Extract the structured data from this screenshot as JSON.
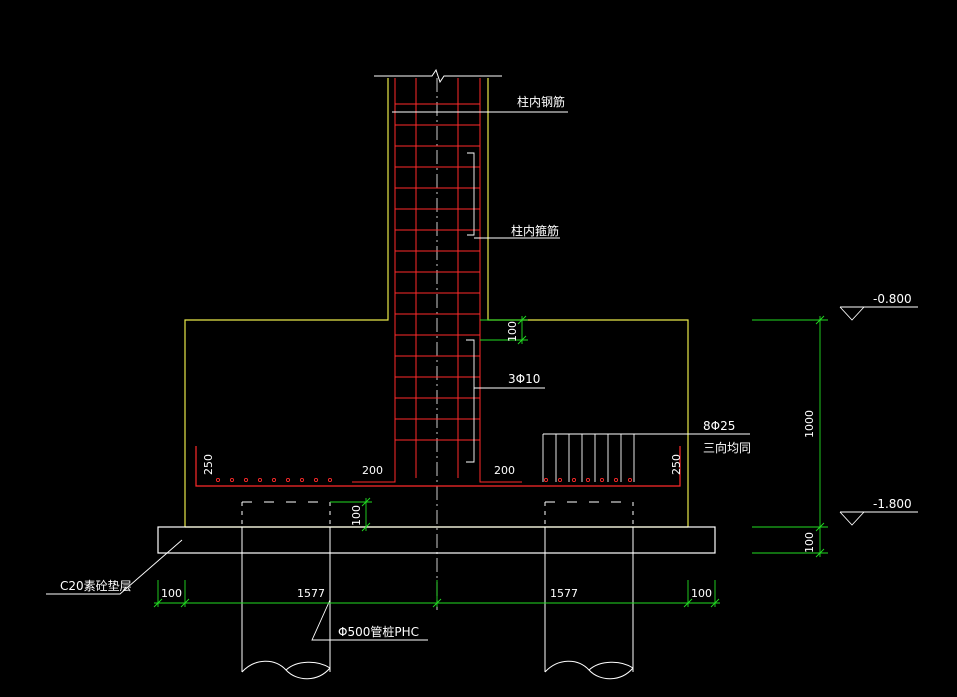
{
  "colors": {
    "background": "#000000",
    "outline": "#e8e84a",
    "rebar": "#ff2a2a",
    "dimension": "#22dd22",
    "pad": "#ffffff",
    "text": "#ffffff",
    "leader": "#ffffff"
  },
  "labels": {
    "column_main_bars": "柱内钢筋",
    "column_stirrups": "柱内箍筋",
    "stirrup_spec": "3Φ10",
    "bottom_bars_spec": "8Φ25",
    "bottom_bars_note": "三向均同",
    "cushion": "C20素砼垫层",
    "pile": "Φ500管桩PHC"
  },
  "elevations": {
    "top": "-0.800",
    "bottom": "-1.800"
  },
  "dimensions": {
    "height_total": "1000",
    "cushion_thickness": "100",
    "pile_embed": "100",
    "stirrup_offset": "100",
    "cover_left": "250",
    "cover_right": "250",
    "anchor_left": "200",
    "anchor_right": "200",
    "edge_left": "100",
    "span_left": "1577",
    "span_right": "1577",
    "edge_right": "100"
  }
}
